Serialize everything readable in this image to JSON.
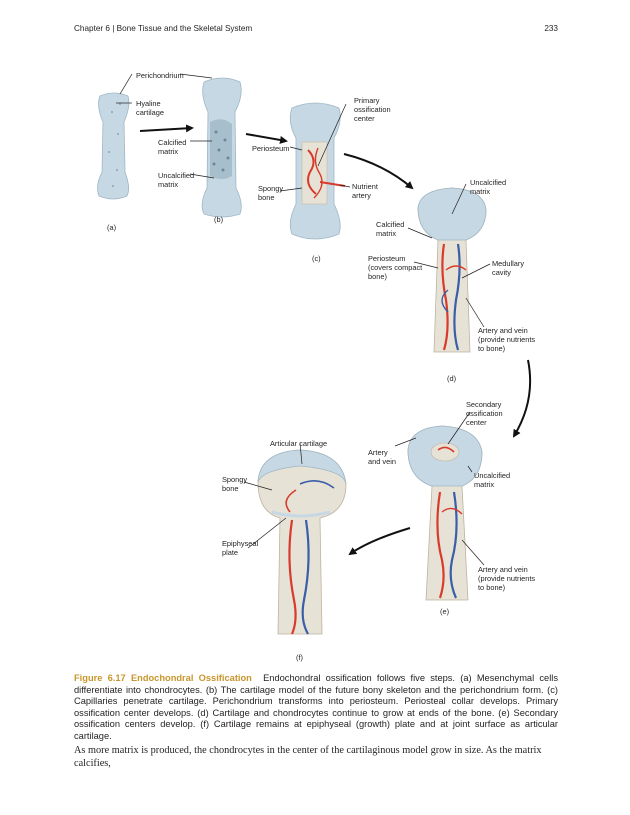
{
  "header": {
    "chapter": "Chapter 6 | Bone Tissue and the Skeletal System",
    "page_number": "233"
  },
  "figure": {
    "labels": {
      "perichondrium": "Perichondrium",
      "hyaline_1": "Hyaline",
      "hyaline_2": "cartilage",
      "calcified_b_1": "Calcified",
      "calcified_b_2": "matrix",
      "uncalcified_b_1": "Uncalcified",
      "uncalcified_b_2": "matrix",
      "periosteum_c": "Periosteum",
      "spongy_c_1": "Spongy",
      "spongy_c_2": "bone",
      "primary_1": "Primary",
      "primary_2": "ossification",
      "primary_3": "center",
      "nutrient_1": "Nutrient",
      "nutrient_2": "artery",
      "uncalcified_d_1": "Uncalcified",
      "uncalcified_d_2": "matrix",
      "calcified_d_1": "Calcified",
      "calcified_d_2": "matrix",
      "periosteum_d_1": "Periosteum",
      "periosteum_d_2": "(covers compact",
      "periosteum_d_3": "bone)",
      "medullary_1": "Medullary",
      "medullary_2": "cavity",
      "artery_vein_d_1": "Artery and vein",
      "artery_vein_d_2": "(provide nutrients",
      "artery_vein_d_3": "to bone)",
      "secondary_1": "Secondary",
      "secondary_2": "ossification",
      "secondary_3": "center",
      "artery_e_1": "Artery",
      "artery_e_2": "and vein",
      "uncalcified_e_1": "Uncalcified",
      "uncalcified_e_2": "matrix",
      "artery_vein_e_1": "Artery and vein",
      "artery_vein_e_2": "(provide nutrients",
      "artery_vein_e_3": "to bone)",
      "articular": "Articular cartilage",
      "spongy_f_1": "Spongy",
      "spongy_f_2": "bone",
      "epiphyseal_1": "Epiphyseal",
      "epiphyseal_2": "plate"
    },
    "panels": {
      "a": "(a)",
      "b": "(b)",
      "c": "(c)",
      "d": "(d)",
      "e": "(e)",
      "f": "(f)"
    }
  },
  "caption": {
    "title": "Figure 6.17 Endochondral Ossification",
    "text": "Endochondral ossification follows five steps. (a) Mesenchymal cells differentiate into chondrocytes. (b) The cartilage model of the future bony skeleton and the perichondrium form. (c) Capillaries penetrate cartilage. Perichondrium transforms into periosteum. Periosteal collar develops. Primary ossification center develops. (d) Cartilage and chondrocytes continue to grow at ends of the bone. (e) Secondary ossification centers develop. (f) Cartilage remains at epiphyseal (growth) plate and at joint surface as articular cartilage."
  },
  "body_text": "As more matrix is produced, the chondrocytes in the center of the cartilaginous model grow in size. As the matrix calcifies,",
  "colors": {
    "caption_title": "#c8962c",
    "cartilage": "#bfd3df",
    "bone": "#e7e2d6",
    "artery": "#d83a2b",
    "vein": "#3a5ea8"
  }
}
